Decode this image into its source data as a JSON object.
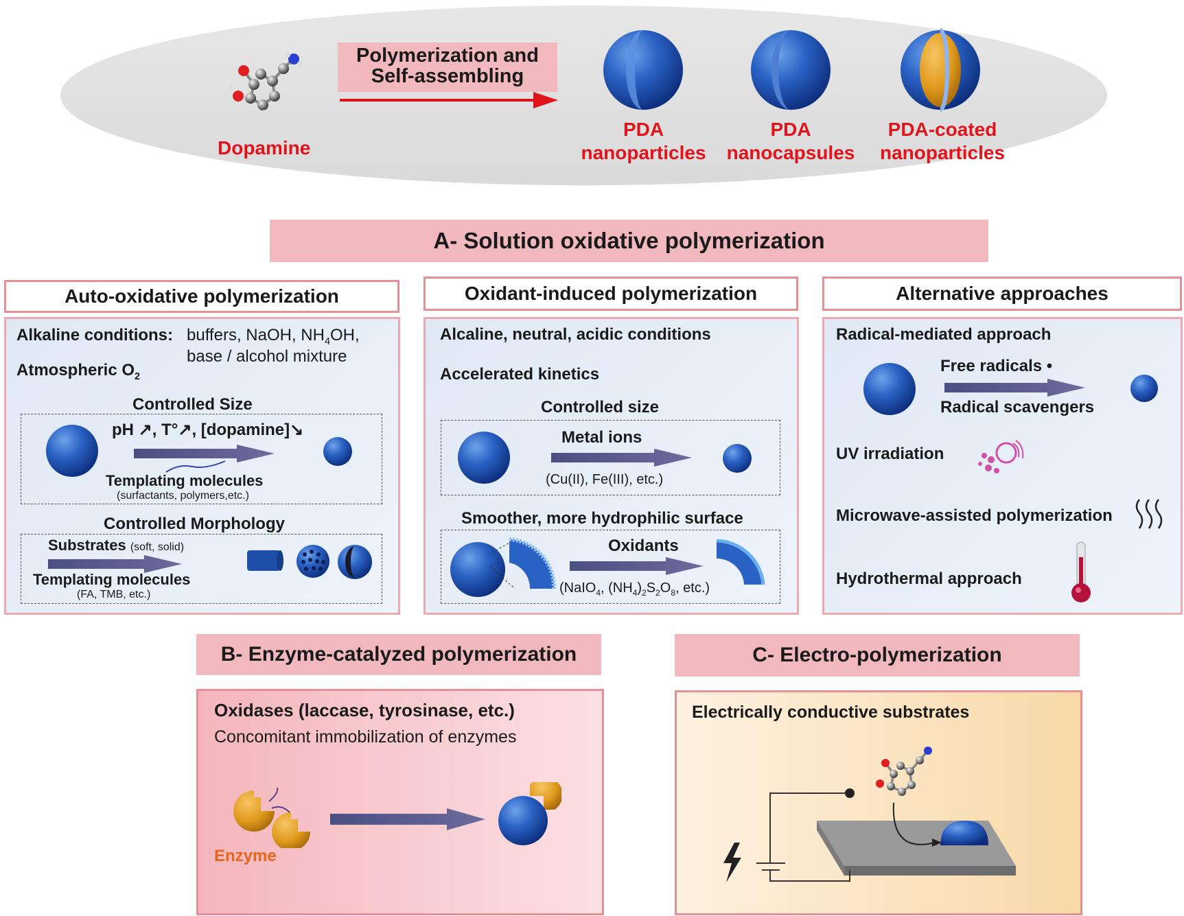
{
  "top": {
    "molecule_label": "Dopamine",
    "arrow_label_line1": "Polymerization and",
    "arrow_label_line2": "Self-assembling",
    "products": [
      {
        "line1": "PDA",
        "line2": "nanoparticles"
      },
      {
        "line1": "PDA",
        "line2": "nanocapsules"
      },
      {
        "line1": "PDA-coated",
        "line2": "nanoparticles"
      }
    ]
  },
  "section_a": {
    "title": "A- Solution oxidative polymerization",
    "auto": {
      "title": "Auto-oxidative polymerization",
      "alkaline_label": "Alkaline conditions:",
      "alkaline_values_1a": "buffers, NaOH, NH",
      "alkaline_values_1sub": "4",
      "alkaline_values_1b": "OH,",
      "alkaline_values_2": "base / alcohol mixture",
      "atmospheric": "Atmospheric O",
      "atmospheric_sub": "2",
      "controlled_size": "Controlled Size",
      "conditions": "pH ↗, T°↗, [dopamine]↘",
      "templating": "Templating molecules",
      "templating_examples": "(surfactants, polymers,etc.)",
      "controlled_morphology": "Controlled Morphology",
      "substrates": "Substrates",
      "substrates_examples": "(soft, solid)",
      "templating2": "Templating molecules",
      "templating2_examples": "(FA, TMB, etc.)"
    },
    "oxidant": {
      "title": "Oxidant-induced polymerization",
      "conditions": "Alcaline, neutral, acidic conditions",
      "kinetics": "Accelerated kinetics",
      "controlled_size": "Controlled size",
      "metal_ions": "Metal ions",
      "metal_examples": "(Cu(II), Fe(III), etc.)",
      "surface": "Smoother, more hydrophilic surface",
      "oxidants": "Oxidants",
      "ox_p1": "(NaIO",
      "ox_s1": "4",
      "ox_p2": ", (NH",
      "ox_s2": "4",
      "ox_p3": ")",
      "ox_s3": "2",
      "ox_p4": "S",
      "ox_s4": "2",
      "ox_p5": "O",
      "ox_s5": "8",
      "ox_p6": ", etc.)"
    },
    "alternative": {
      "title": "Alternative approaches",
      "radical": "Radical-mediated approach",
      "free_radicals": "Free radicals •",
      "radical_scavengers": "Radical scavengers",
      "uv": "UV irradiation",
      "microwave": "Microwave-assisted polymerization",
      "hydrothermal": "Hydrothermal approach"
    }
  },
  "section_b": {
    "title": "B- Enzyme-catalyzed polymerization",
    "oxidases": "Oxidases (laccase, tyrosinase, etc.)",
    "immobilization": "Concomitant immobilization of enzymes",
    "enzyme_label": "Enzyme"
  },
  "section_c": {
    "title": "C- Electro-polymerization",
    "substrates": "Electrically conductive substrates"
  },
  "colors": {
    "header_pink": "#f1b8bd",
    "panel_border": "#ecaab0",
    "accent_red": "#e1141c",
    "sphere_blue": "#2a5fc0",
    "arrow_slate": "#5b5a8a"
  }
}
